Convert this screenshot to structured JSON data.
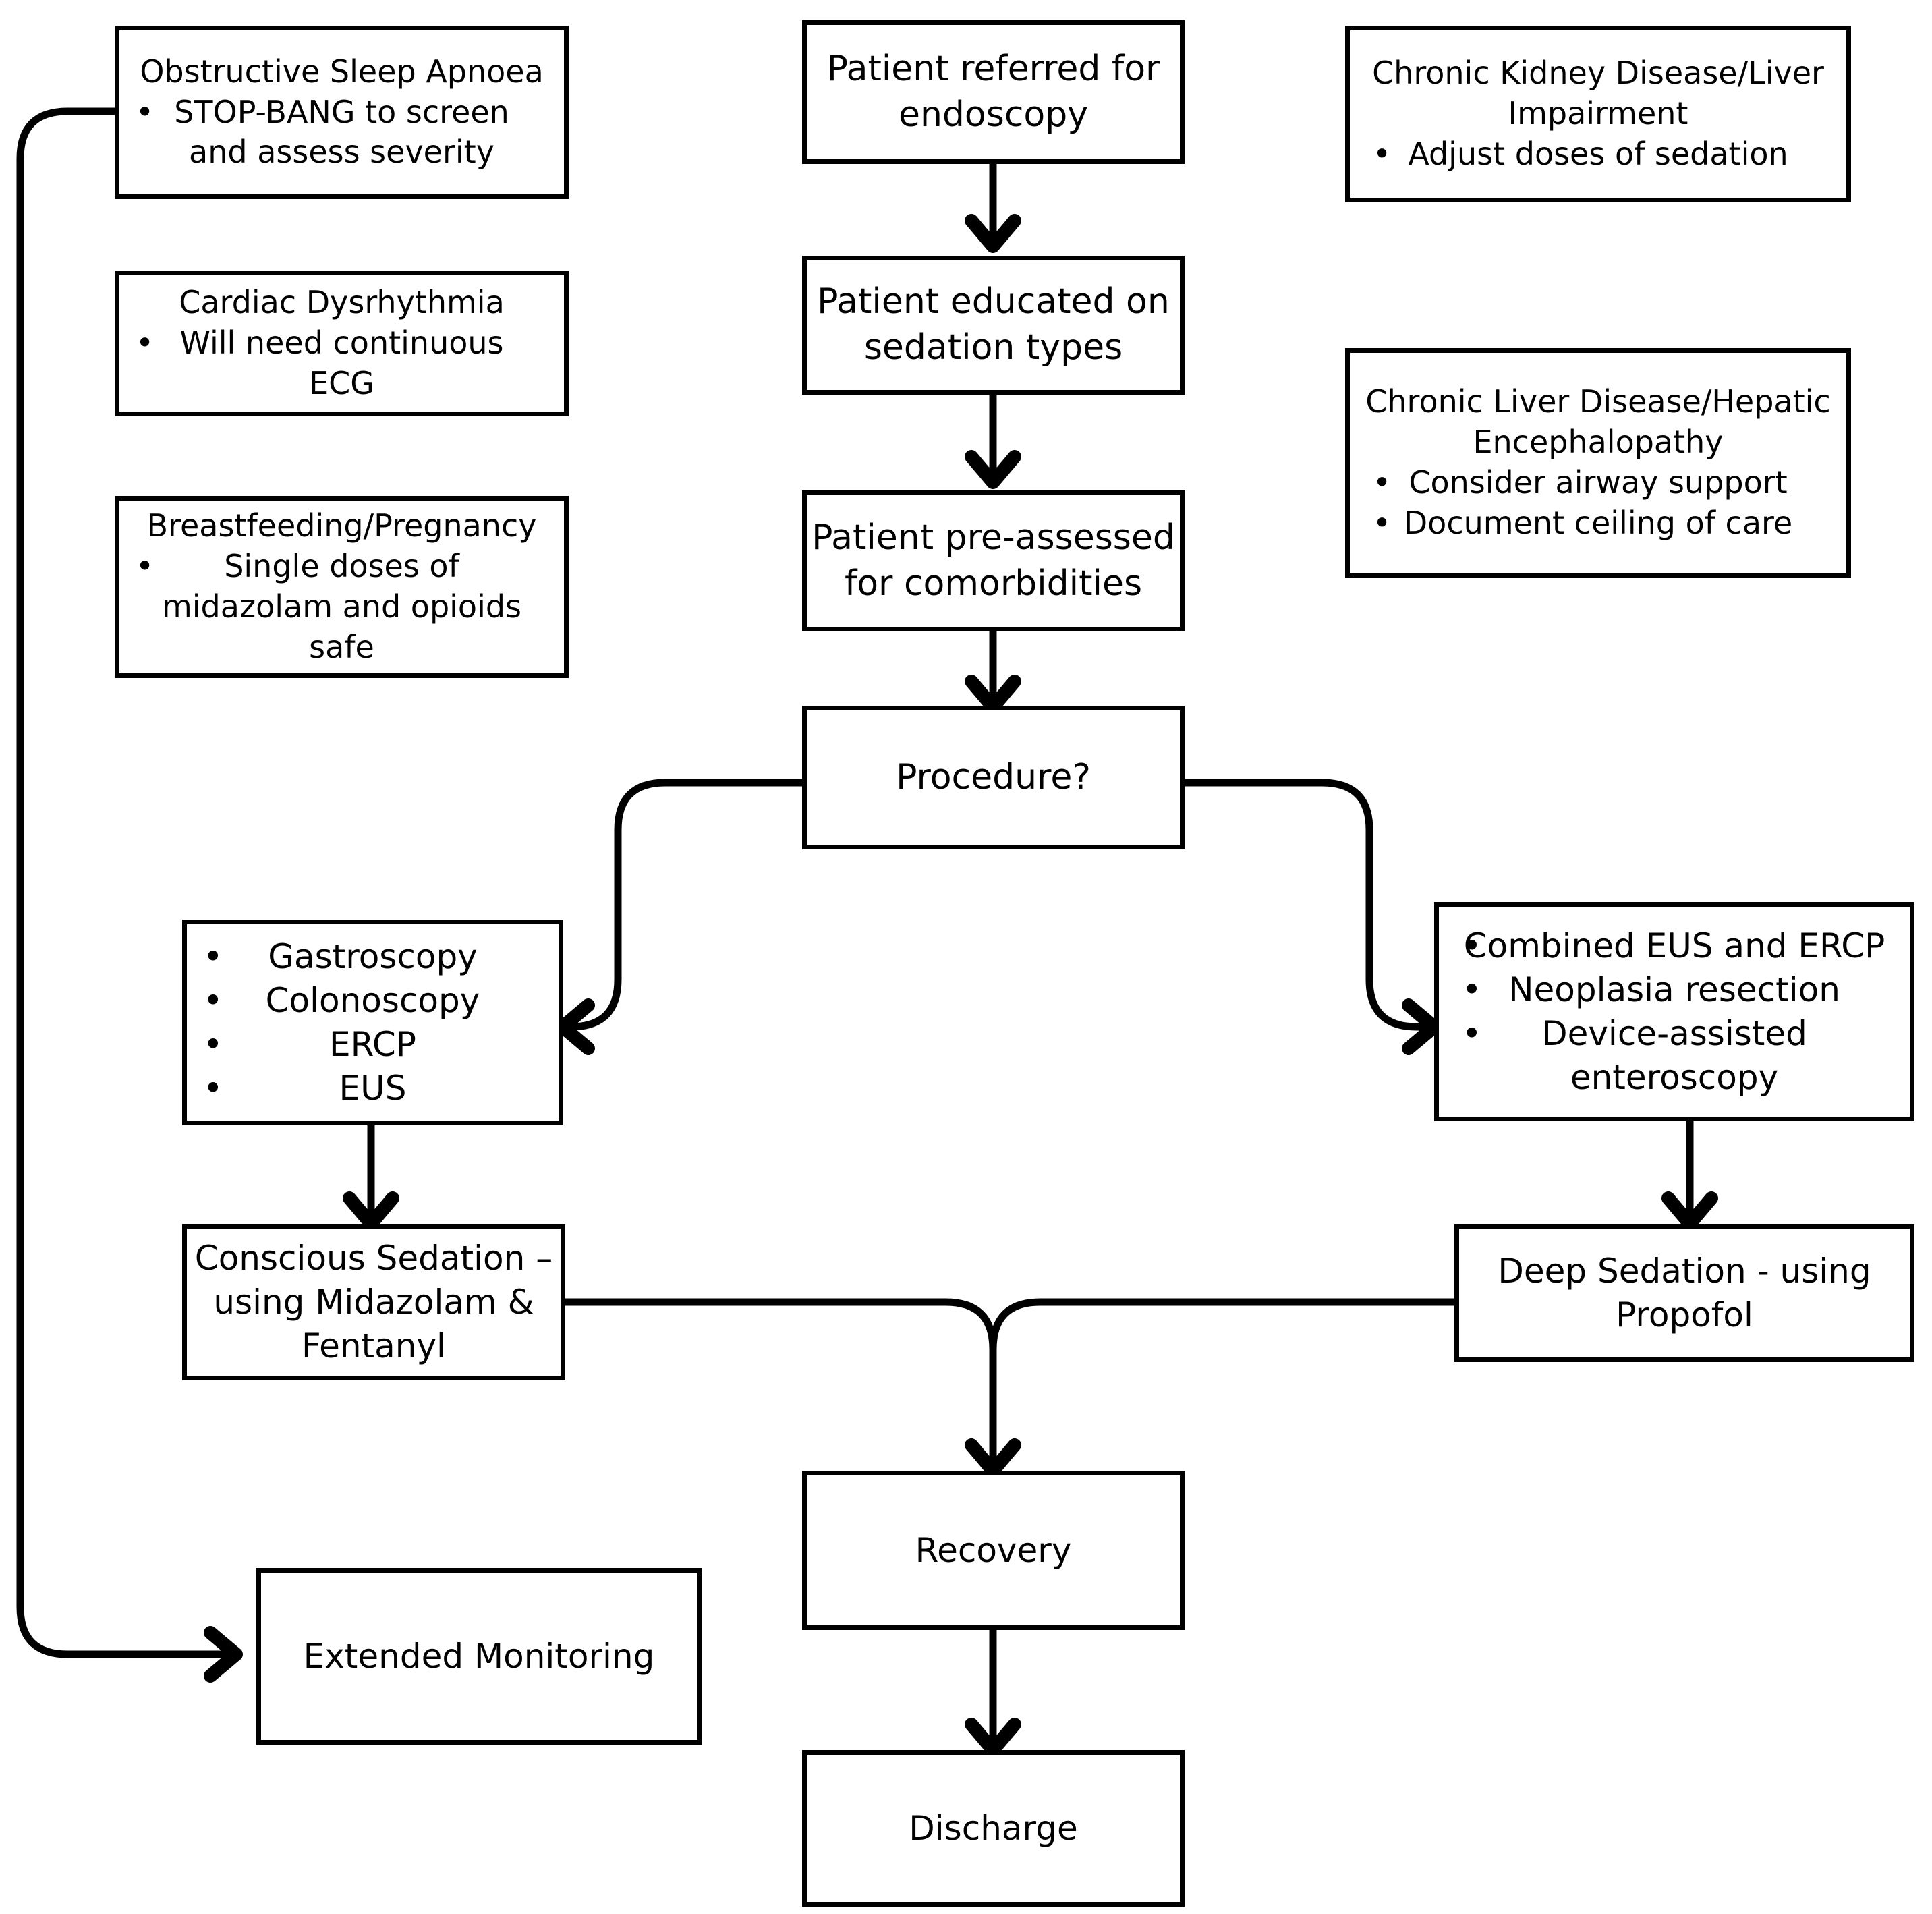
{
  "diagram": {
    "title": "Endoscopy sedation pathway",
    "stroke_color": "#000000",
    "background_color": "#ffffff"
  },
  "nodes": {
    "osa": {
      "heading": "Obstructive Sleep Apnoea",
      "bullets": [
        "STOP-BANG to screen and assess severity"
      ]
    },
    "cardiac": {
      "heading": "Cardiac Dysrhythmia",
      "bullets": [
        "Will need continuous ECG"
      ]
    },
    "breastfeeding": {
      "heading": "Breastfeeding/Pregnancy",
      "bullets": [
        "Single doses of midazolam and opioids safe"
      ]
    },
    "ckd": {
      "heading_line1": "Chronic Kidney Disease/Liver",
      "heading_line2": "Impairment",
      "bullets": [
        "Adjust doses of sedation"
      ]
    },
    "cld": {
      "heading_line1": "Chronic Liver Disease/Hepatic",
      "heading_line2": "Encephalopathy",
      "bullets": [
        "Consider airway support",
        "Document ceiling of care"
      ]
    },
    "referred": {
      "line1": "Patient referred for",
      "line2": "endoscopy"
    },
    "educated": {
      "line1": "Patient educated on",
      "line2": "sedation types"
    },
    "preassessed": {
      "line1": "Patient pre-assessed",
      "line2": "for comorbidities"
    },
    "procedure": {
      "line1": "Procedure?"
    },
    "standard_procedures": {
      "bullets": [
        "Gastroscopy",
        "Colonoscopy",
        "ERCP",
        "EUS"
      ]
    },
    "complex_procedures": {
      "bullets": [
        "Combined EUS and ERCP",
        "Neoplasia resection",
        "Device-assisted enteroscopy"
      ]
    },
    "conscious_sedation": {
      "line1": "Conscious Sedation –",
      "line2": "using Midazolam &",
      "line3": "Fentanyl"
    },
    "deep_sedation": {
      "line1": "Deep Sedation - using",
      "line2": "Propofol"
    },
    "recovery": {
      "line1": "Recovery"
    },
    "discharge": {
      "line1": "Discharge"
    },
    "extended_monitoring": {
      "line1": "Extended Monitoring"
    }
  },
  "bullet_glyph": "•",
  "edges": [
    {
      "name": "referred-to-educated",
      "from": "referred",
      "to": "educated",
      "arrow": true
    },
    {
      "name": "educated-to-preassessed",
      "from": "educated",
      "to": "preassessed",
      "arrow": true
    },
    {
      "name": "preassessed-to-procedure",
      "from": "preassessed",
      "to": "procedure",
      "arrow": true
    },
    {
      "name": "procedure-to-standard-procedures",
      "from": "procedure",
      "to": "standard_procedures",
      "arrow": true
    },
    {
      "name": "procedure-to-complex-procedures",
      "from": "procedure",
      "to": "complex_procedures",
      "arrow": true
    },
    {
      "name": "standard-procedures-to-conscious-sedation",
      "from": "standard_procedures",
      "to": "conscious_sedation",
      "arrow": true
    },
    {
      "name": "complex-procedures-to-deep-sedation",
      "from": "complex_procedures",
      "to": "deep_sedation",
      "arrow": true
    },
    {
      "name": "conscious-sedation-to-recovery",
      "from": "conscious_sedation",
      "to": "recovery",
      "arrow": true
    },
    {
      "name": "deep-sedation-to-recovery",
      "from": "deep_sedation",
      "to": "recovery",
      "arrow": true
    },
    {
      "name": "recovery-to-discharge",
      "from": "recovery",
      "to": "discharge",
      "arrow": true
    },
    {
      "name": "osa-to-extended-monitoring",
      "from": "osa",
      "to": "extended_monitoring",
      "arrow": true
    }
  ]
}
